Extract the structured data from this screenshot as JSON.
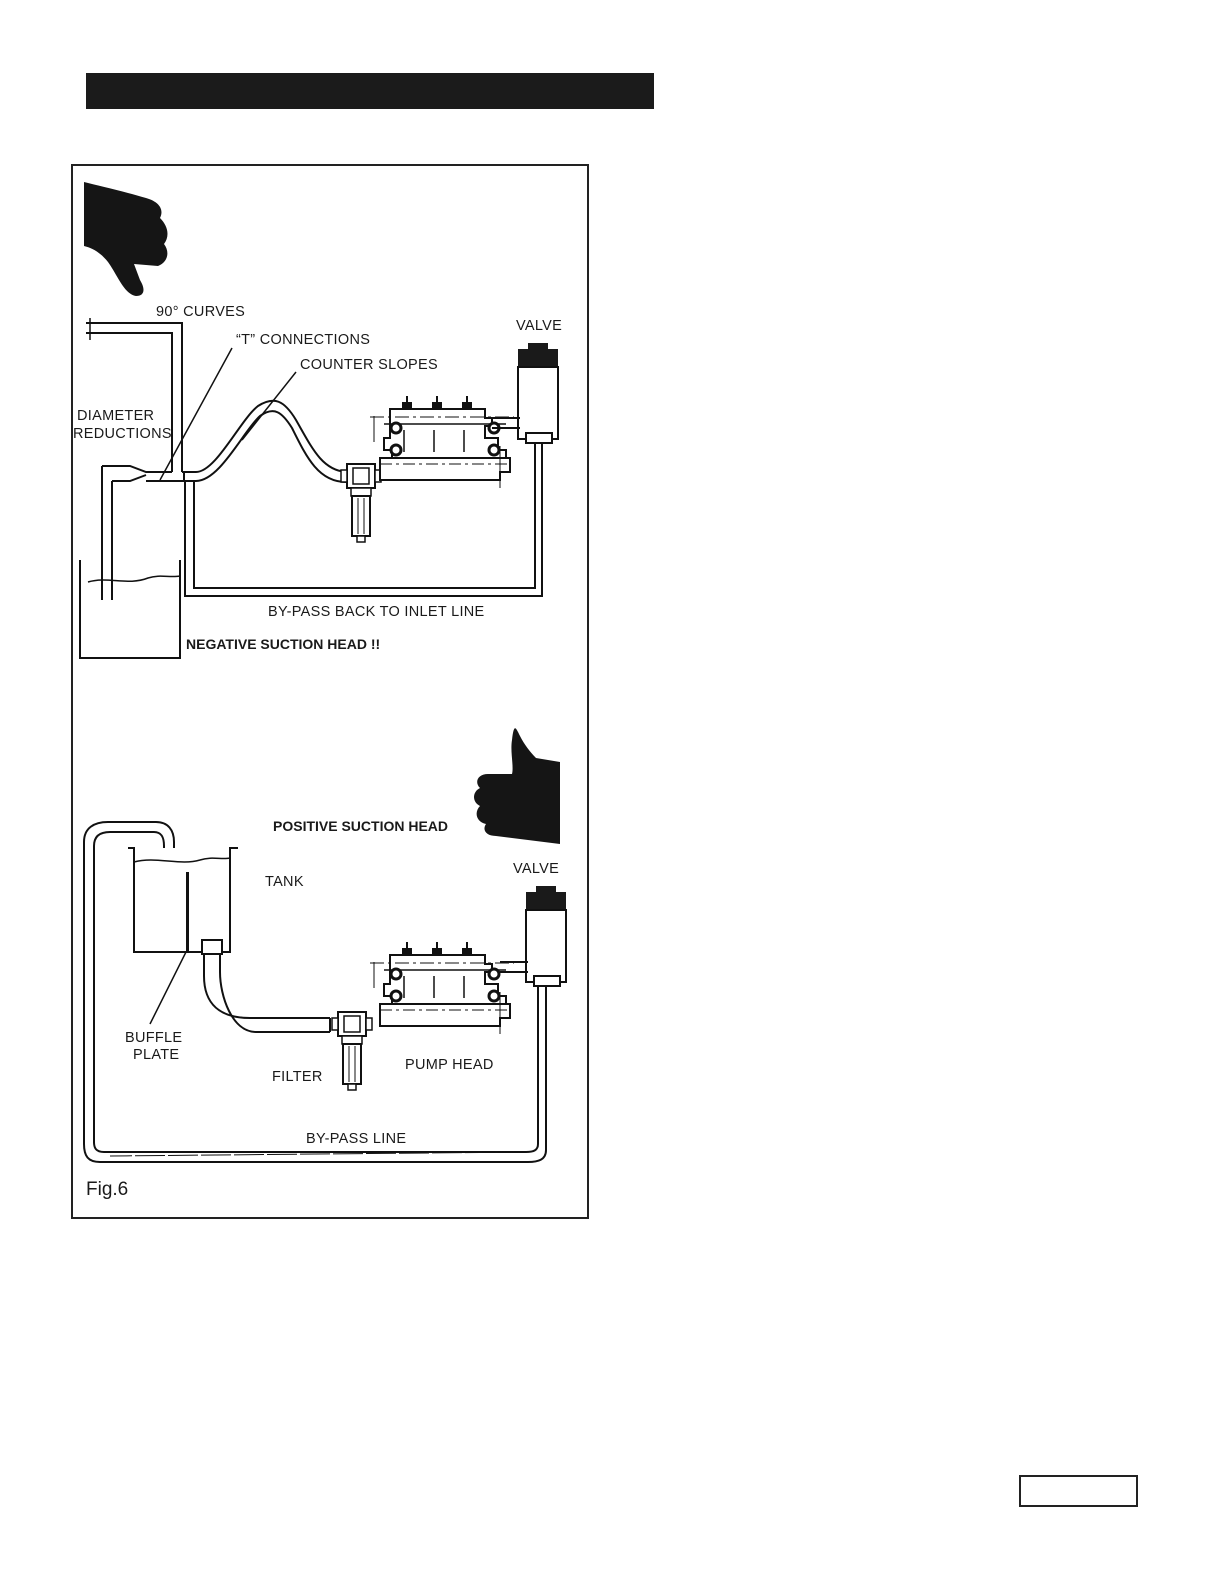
{
  "header": {
    "text": ""
  },
  "figure": {
    "caption": "Fig.6",
    "bad_setup": {
      "labels": {
        "curves": "90° CURVES",
        "t_connections": "“T” CONNECTIONS",
        "counter_slopes": "COUNTER SLOPES",
        "valve": "VALVE",
        "diameter": "DIAMETER",
        "reductions": "REDUCTIONS",
        "bypass": "BY-PASS BACK TO INLET LINE",
        "suction_head": "NEGATIVE SUCTION HEAD !!"
      },
      "icon": "thumbs-down-icon"
    },
    "good_setup": {
      "labels": {
        "suction_head": "POSITIVE SUCTION HEAD",
        "valve": "VALVE",
        "tank": "TANK",
        "buffle": "BUFFLE",
        "plate": "PLATE",
        "filter": "FILTER",
        "pump_head": "PUMP HEAD",
        "bypass": "BY-PASS LINE"
      },
      "icon": "thumbs-up-icon"
    }
  },
  "page_number": ""
}
